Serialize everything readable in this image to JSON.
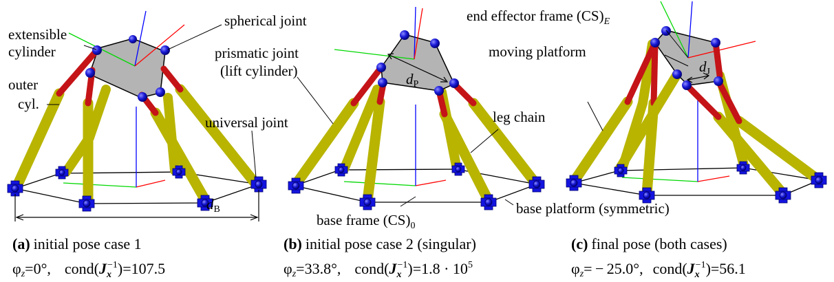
{
  "colors": {
    "leg_outer": "#b8b400",
    "leg_inner": "#c41418",
    "joint": "#1010d8",
    "platform_fill": "#b4b4b4",
    "axis_x": "#ff0000",
    "axis_y": "#00d800",
    "axis_z": "#0000ff"
  },
  "annotations": {
    "extensible_1": "extensible",
    "extensible_2": "cylinder",
    "outer_1": "outer",
    "outer_2": "cyl.",
    "spherical_joint": "spherical joint",
    "universal_joint": "universal joint",
    "prismatic_1": "prismatic joint",
    "prismatic_2": "(lift cylinder)",
    "d_B": "d",
    "d_B_sub": "B",
    "d_P": "d",
    "d_P_sub": "P",
    "base_frame": "base frame (CS)",
    "base_frame_sub": "0",
    "end_effector": "end effector frame (CS)",
    "end_effector_sub": "E",
    "moving_platform": "moving platform",
    "d_J": "d",
    "d_J_sub": "J",
    "leg_chain": "leg chain",
    "base_platform": "base platform (symmetric)"
  },
  "panels": [
    {
      "tag": "(a)",
      "title": "initial pose case 1",
      "phi_label": "φ",
      "phi_sub": "z",
      "phi_value": "=0°,",
      "cond_text": "cond(",
      "J": "J",
      "J_sub": "x",
      "J_sup": "−1",
      "cond_close": ")=107.5",
      "cond_sup": ""
    },
    {
      "tag": "(b)",
      "title": "initial pose case 2 (singular)",
      "phi_label": "φ",
      "phi_sub": "z",
      "phi_value": "=33.8°,",
      "cond_text": "cond(",
      "J": "J",
      "J_sub": "x",
      "J_sup": "−1",
      "cond_close": ")=1.8 · 10",
      "cond_sup": "5"
    },
    {
      "tag": "(c)",
      "title": "final pose (both cases)",
      "phi_label": "φ",
      "phi_sub": "z",
      "phi_value": "= − 25.0°,",
      "cond_text": "cond(",
      "J": "J",
      "J_sub": "x",
      "J_sup": "−1",
      "cond_close": ")=56.1",
      "cond_sup": ""
    }
  ]
}
